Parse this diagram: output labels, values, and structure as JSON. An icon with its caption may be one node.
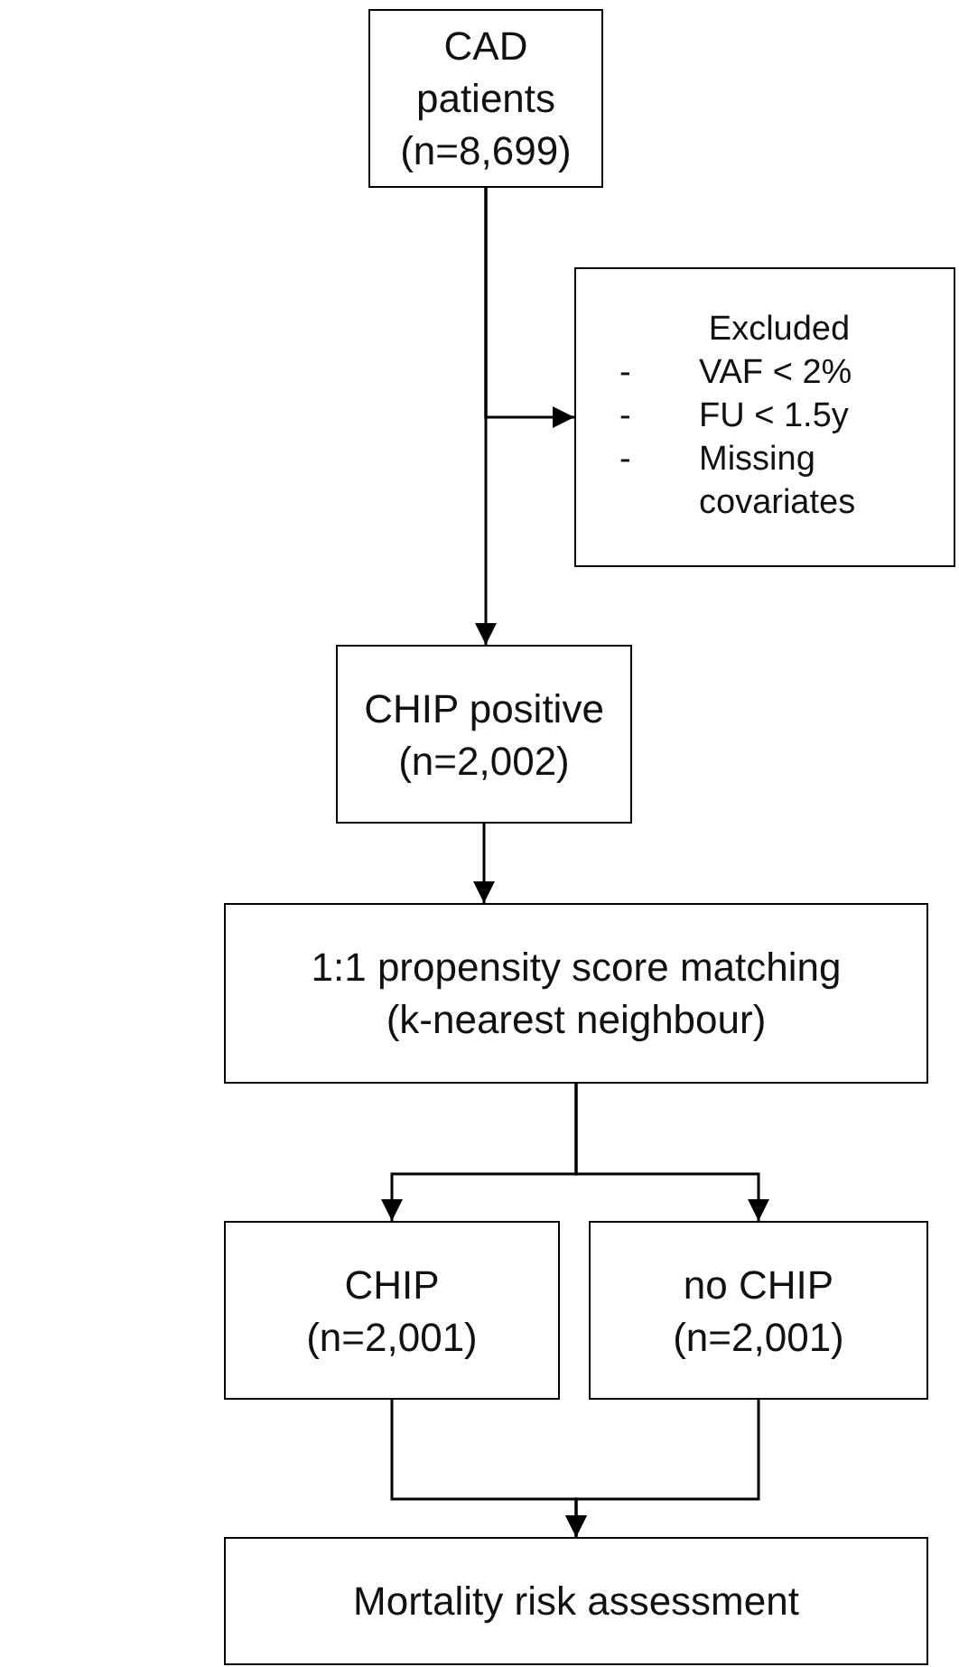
{
  "diagram": {
    "nodes": [
      {
        "text": [
          "CAD patients (n=8,699)"
        ]
      },
      {
        "text": [
          "Excluded",
          "-",
          "VAF < 2%",
          "-",
          "FU < 1.5y",
          "-",
          "Missing covariates"
        ]
      },
      {
        "text": [
          "CHIP positive (n=2,002)"
        ]
      },
      {
        "text": [
          "1:1 propensity score matching (k-nearest neighbour)"
        ]
      },
      {
        "text": [
          "CHIP (n=2,001)"
        ]
      },
      {
        "text": [
          "no CHIP (n=2,001)"
        ]
      },
      {
        "text": [
          "Mortality risk assessment"
        ]
      }
    ],
    "edges": [
      {
        "from": 0,
        "to": 2,
        "arrow": "to"
      },
      {
        "from": 0,
        "to": 1,
        "arrow": "to"
      },
      {
        "from": 2,
        "to": 3,
        "arrow": "to"
      },
      {
        "from": 3,
        "to": 4,
        "arrow": "to"
      },
      {
        "from": 3,
        "to": 5,
        "arrow": "to"
      },
      {
        "from": 4,
        "to": 6,
        "arrow": "to"
      },
      {
        "from": 5,
        "to": 6,
        "arrow": "to"
      }
    ]
  }
}
